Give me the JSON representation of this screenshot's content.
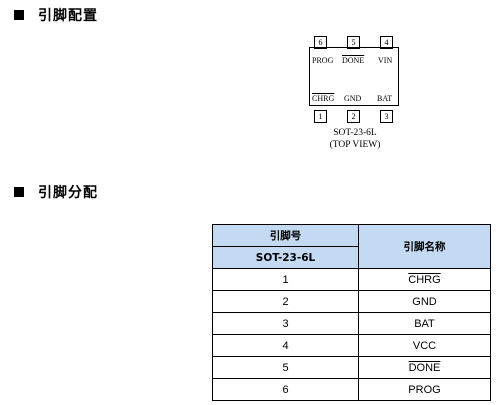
{
  "headings": {
    "pin_config": "引脚配置",
    "pin_assignment": "引脚分配"
  },
  "package": {
    "top_pins": [
      "6",
      "5",
      "4"
    ],
    "bottom_pins": [
      "1",
      "2",
      "3"
    ],
    "inner_top_labels": [
      "PROG",
      "DONE",
      "VIN"
    ],
    "inner_bottom_labels": [
      "CHRG",
      "GND",
      "BAT"
    ],
    "name": "SOT-23-6L",
    "view": "(TOP VIEW)"
  },
  "table": {
    "header_pin_no": "引脚号",
    "header_package": "SOT-23-6L",
    "header_pin_name": "引脚名称",
    "rows": [
      {
        "no": "1",
        "name": "CHRG"
      },
      {
        "no": "2",
        "name": "GND"
      },
      {
        "no": "3",
        "name": "BAT"
      },
      {
        "no": "4",
        "name": "VCC"
      },
      {
        "no": "5",
        "name": "DONE"
      },
      {
        "no": "6",
        "name": "PROG"
      }
    ]
  }
}
